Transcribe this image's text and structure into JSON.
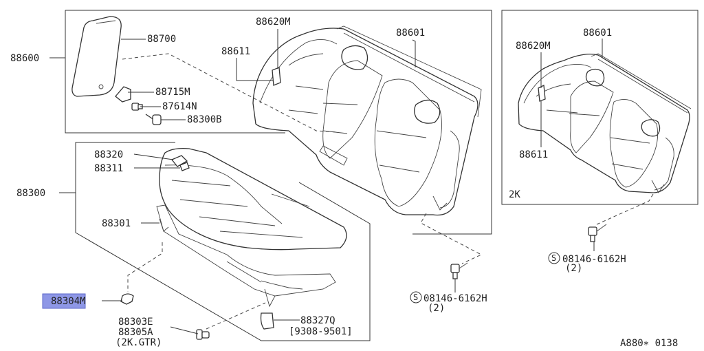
{
  "labels": {
    "p88600": "88600",
    "p88700": "88700",
    "p88715M": "88715M",
    "p87614N": "87614N",
    "p88300B": "88300B",
    "p88611a": "88611",
    "p88620Ma": "88620M",
    "p88601a": "88601",
    "p88620Mb": "88620M",
    "p88601b": "88601",
    "p88611b": "88611",
    "variant_2k": "2K",
    "p88320": "88320",
    "p88311": "88311",
    "p88300": "88300",
    "p88301": "88301",
    "p88304M": "88304M",
    "p88303E": "88303E",
    "p88305A": "88305A",
    "p2kgtr": "(2K.GTR)",
    "p88327Q": "88327Q",
    "date_range": "[9308-9501]",
    "bolt_left_code": "08146-6162H",
    "bolt_left_qty": "(2)",
    "bolt_right_code": "08146-6162H",
    "bolt_right_qty": "(2)",
    "bolt_symbol": "S",
    "diagram_code": "A880∗ 0138"
  },
  "highlight": {
    "part": "88304M",
    "color": "#8e97e6"
  }
}
